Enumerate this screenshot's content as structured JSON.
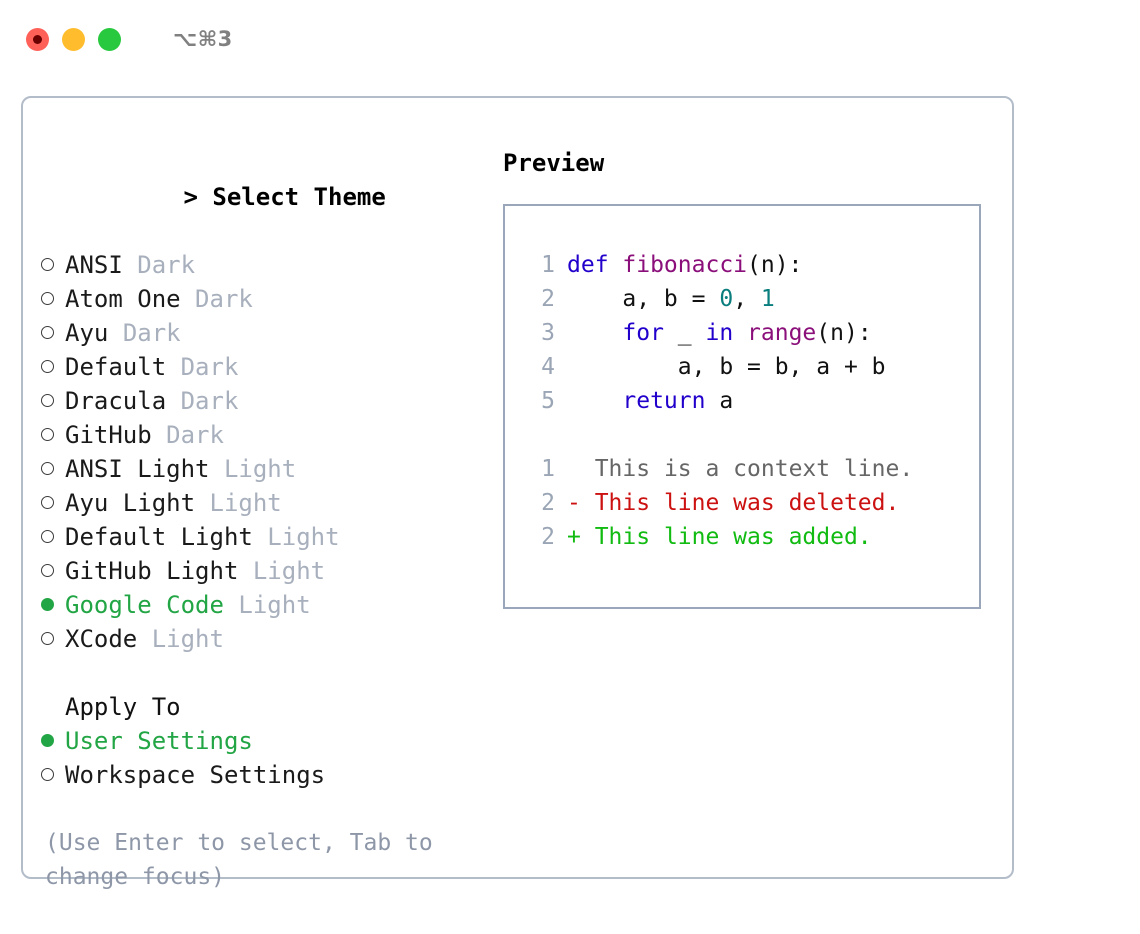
{
  "titlebar": {
    "shortcut": "⌥⌘3",
    "buttons": [
      {
        "name": "close",
        "color": "#ff6058"
      },
      {
        "name": "minimize",
        "color": "#ffbd2e"
      },
      {
        "name": "maximize",
        "color": "#28c93f"
      }
    ]
  },
  "theme_picker": {
    "caret": ">",
    "title": "Select Theme",
    "marker_selected": "●",
    "marker_unselected": "○",
    "selected_color": "#22a544",
    "items": [
      {
        "name": "ANSI",
        "tag": "Dark",
        "selected": false
      },
      {
        "name": "Atom One",
        "tag": "Dark",
        "selected": false
      },
      {
        "name": "Ayu",
        "tag": "Dark",
        "selected": false
      },
      {
        "name": "Default",
        "tag": "Dark",
        "selected": false
      },
      {
        "name": "Dracula",
        "tag": "Dark",
        "selected": false
      },
      {
        "name": "GitHub",
        "tag": "Dark",
        "selected": false
      },
      {
        "name": "ANSI Light",
        "tag": "Light",
        "selected": false
      },
      {
        "name": "Ayu Light",
        "tag": "Light",
        "selected": false
      },
      {
        "name": "Default Light",
        "tag": "Light",
        "selected": false
      },
      {
        "name": "GitHub Light",
        "tag": "Light",
        "selected": false
      },
      {
        "name": "Google Code",
        "tag": "Light",
        "selected": true
      },
      {
        "name": "XCode",
        "tag": "Light",
        "selected": false
      }
    ]
  },
  "apply_to": {
    "title": "Apply To",
    "options": [
      {
        "label": "User Settings",
        "selected": true
      },
      {
        "label": "Workspace Settings",
        "selected": false
      }
    ]
  },
  "hint": "(Use Enter to select, Tab to change focus)",
  "preview": {
    "title": "Preview",
    "code_lines": [
      {
        "lineno": "1",
        "tokens": [
          {
            "text": "def ",
            "type": "kw"
          },
          {
            "text": "fibonacci",
            "type": "fn"
          },
          {
            "text": "(n):",
            "type": "pl"
          }
        ]
      },
      {
        "lineno": "2",
        "tokens": [
          {
            "text": "    a, b = ",
            "type": "pl"
          },
          {
            "text": "0",
            "type": "num"
          },
          {
            "text": ", ",
            "type": "pl"
          },
          {
            "text": "1",
            "type": "num"
          }
        ]
      },
      {
        "lineno": "3",
        "tokens": [
          {
            "text": "    ",
            "type": "pl"
          },
          {
            "text": "for",
            "type": "kw"
          },
          {
            "text": " _ ",
            "type": "pl"
          },
          {
            "text": "in",
            "type": "kw"
          },
          {
            "text": " ",
            "type": "pl"
          },
          {
            "text": "range",
            "type": "fn"
          },
          {
            "text": "(n):",
            "type": "pl"
          }
        ]
      },
      {
        "lineno": "4",
        "tokens": [
          {
            "text": "        a, b = b, a + b",
            "type": "pl"
          }
        ]
      },
      {
        "lineno": "5",
        "tokens": [
          {
            "text": "    ",
            "type": "pl"
          },
          {
            "text": "return",
            "type": "kw"
          },
          {
            "text": " a",
            "type": "pl"
          }
        ]
      }
    ],
    "diff_lines": [
      {
        "lineno": "1",
        "sign": "  ",
        "text": "This is a context line.",
        "kind": "ctx"
      },
      {
        "lineno": "2",
        "sign": "- ",
        "text": "This line was deleted.",
        "kind": "del"
      },
      {
        "lineno": "2",
        "sign": "+ ",
        "text": "This line was added.",
        "kind": "add"
      }
    ]
  }
}
